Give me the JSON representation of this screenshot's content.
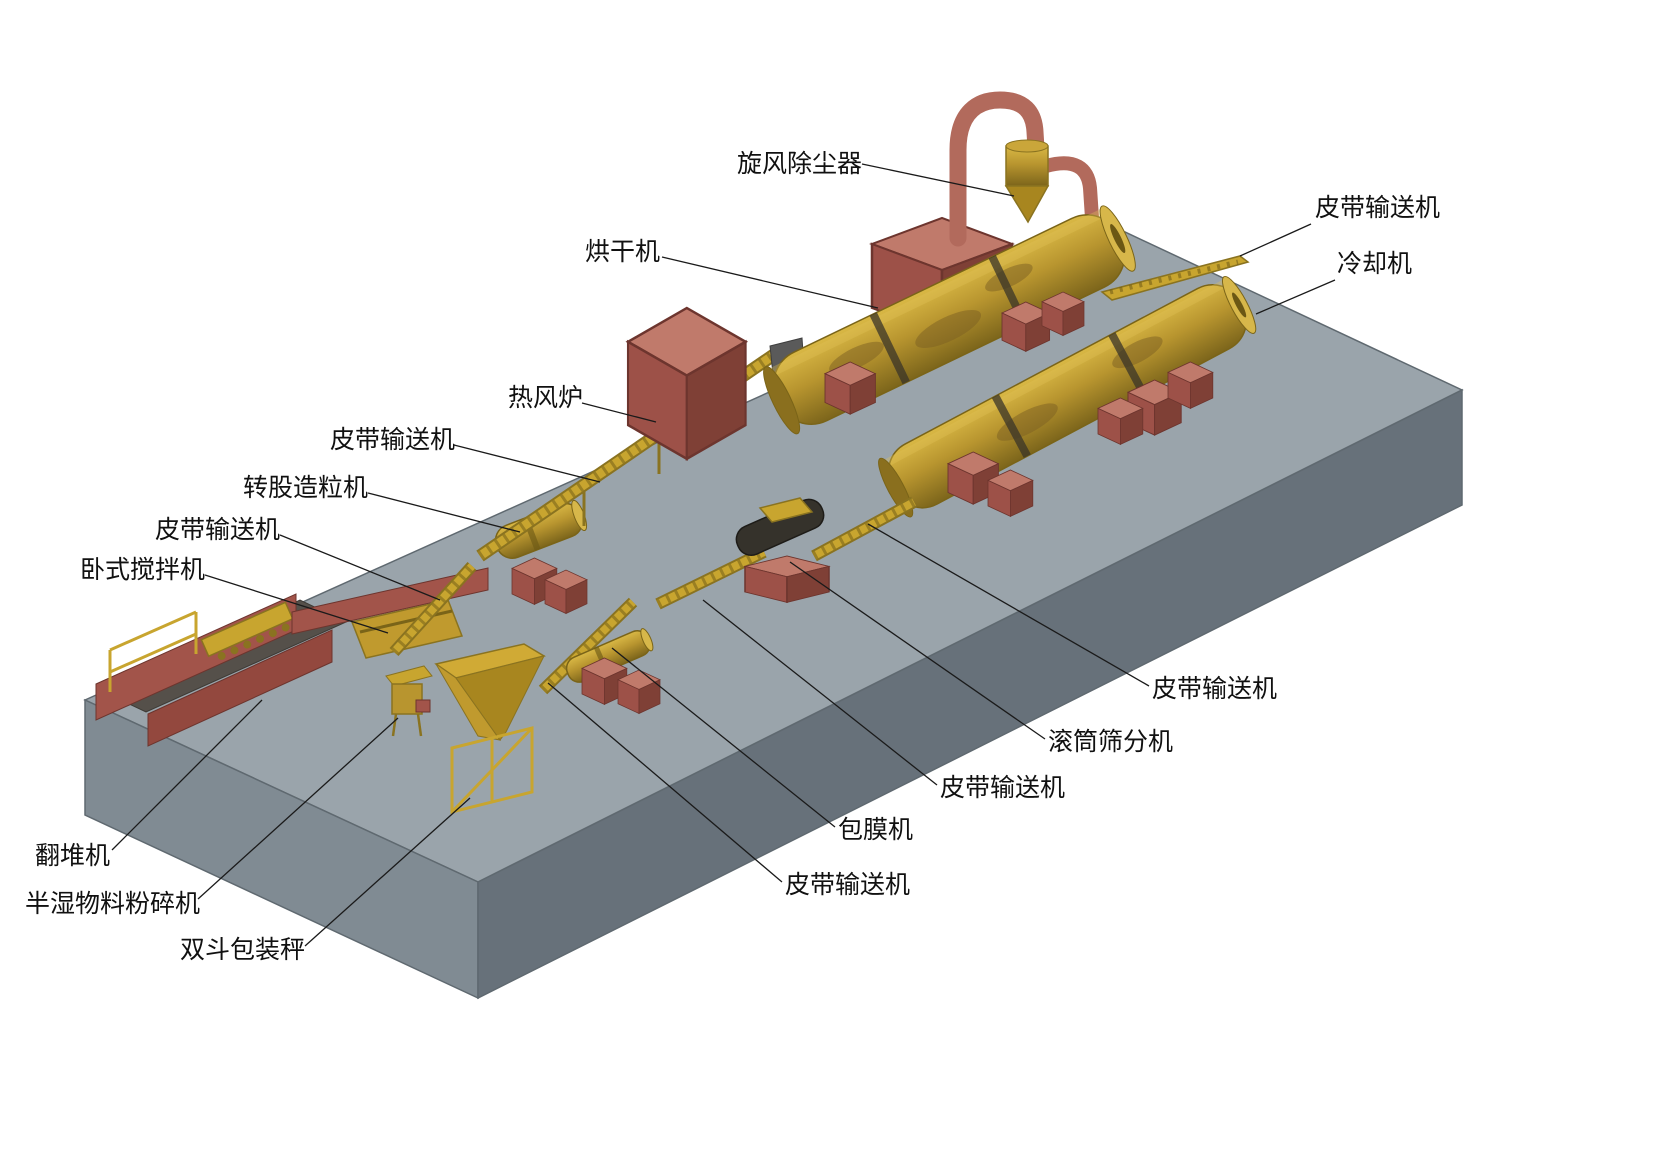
{
  "diagram": {
    "type": "fertilizer-production-line-equipment-layout",
    "labels": [
      {
        "id": "cyclone-dust-collector",
        "text": "旋风除尘器"
      },
      {
        "id": "belt-conveyor-top-right",
        "text": "皮带输送机"
      },
      {
        "id": "cooler",
        "text": "冷却机"
      },
      {
        "id": "dryer",
        "text": "烘干机"
      },
      {
        "id": "hot-air-furnace",
        "text": "热风炉"
      },
      {
        "id": "belt-conveyor-upper-left",
        "text": "皮带输送机"
      },
      {
        "id": "rotary-drum-granulator",
        "text": "转股造粒机"
      },
      {
        "id": "belt-conveyor-left",
        "text": "皮带输送机"
      },
      {
        "id": "horizontal-mixer",
        "text": "卧式搅拌机"
      },
      {
        "id": "compost-turner",
        "text": "翻堆机"
      },
      {
        "id": "semi-wet-material-crusher",
        "text": "半湿物料粉碎机"
      },
      {
        "id": "double-hopper-packing-scale",
        "text": "双斗包装秤"
      },
      {
        "id": "belt-conveyor-bottom",
        "text": "皮带输送机"
      },
      {
        "id": "coating-machine",
        "text": "包膜机"
      },
      {
        "id": "belt-conveyor-middle",
        "text": "皮带输送机"
      },
      {
        "id": "drum-screening-machine",
        "text": "滚筒筛分机"
      },
      {
        "id": "belt-conveyor-right",
        "text": "皮带输送机"
      }
    ]
  },
  "colors": {
    "platform_top": "#9aa4ab",
    "platform_left": "#808b93",
    "platform_right": "#67717a",
    "machine_gold": "#c8a52f",
    "machine_gold_dark": "#8a7320",
    "block_red": "#a2544a",
    "pipe_salmon": "#b26a5c",
    "label_text": "#111111",
    "background": "#ffffff"
  }
}
